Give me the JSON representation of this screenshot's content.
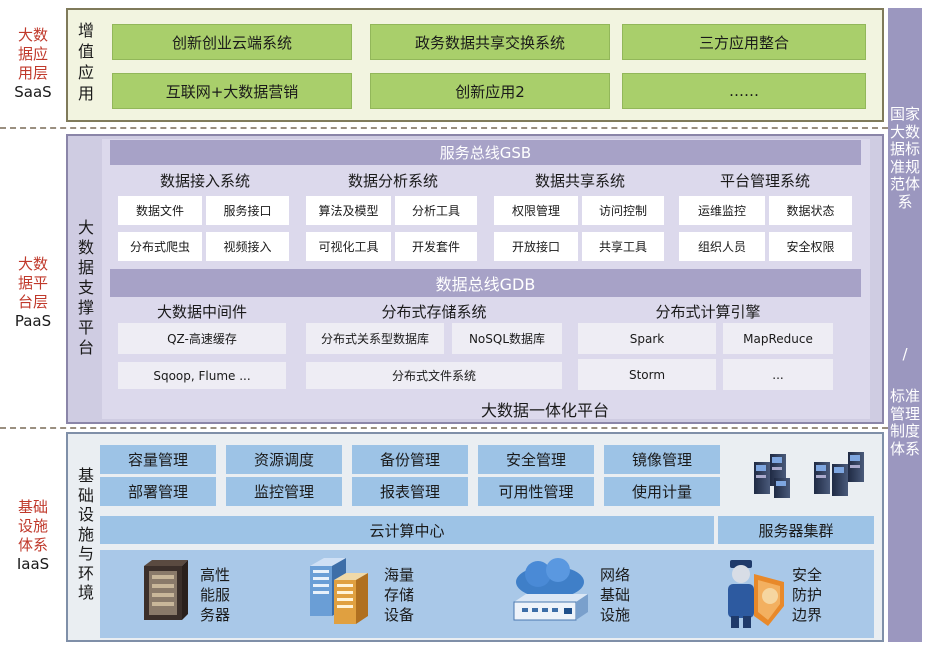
{
  "layers": {
    "saas": {
      "l1": "大数",
      "l2": "据应",
      "l3": "用层",
      "en": "SaaS"
    },
    "paas": {
      "l1": "大数",
      "l2": "据平",
      "l3": "台层",
      "en": "PaaS"
    },
    "iaas": {
      "l1": "基础",
      "l2": "设施",
      "l3": "体系",
      "en": "IaaS"
    }
  },
  "saas": {
    "side_label": "增值应用",
    "apps": [
      "创新创业云端系统",
      "政务数据共享交换系统",
      "三方应用整合",
      "互联网+大数据营销",
      "创新应用2",
      "……"
    ]
  },
  "paas": {
    "side_label": "大数据支撑平台",
    "gsb": "服务总线GSB",
    "groups": [
      {
        "title": "数据接入系统",
        "items": [
          "数据文件",
          "服务接口",
          "分布式爬虫",
          "视频接入"
        ]
      },
      {
        "title": "数据分析系统",
        "items": [
          "算法及模型",
          "分析工具",
          "可视化工具",
          "开发套件"
        ]
      },
      {
        "title": "数据共享系统",
        "items": [
          "权限管理",
          "访问控制",
          "开放接口",
          "共享工具"
        ]
      },
      {
        "title": "平台管理系统",
        "items": [
          "运维监控",
          "数据状态",
          "组织人员",
          "安全权限"
        ]
      }
    ],
    "gdb": "数据总线GDB",
    "middleware": {
      "title": "大数据中间件",
      "items": [
        "QZ-高速缓存",
        "Sqoop, Flume ..."
      ]
    },
    "storage": {
      "title": "分布式存储系统",
      "items": [
        "分布式关系型数据库",
        "NoSQL数据库",
        "分布式文件系统"
      ]
    },
    "compute": {
      "title": "分布式计算引擎",
      "items": [
        "Spark",
        "MapReduce",
        "Storm",
        "..."
      ]
    },
    "platform": "大数据一体化平台"
  },
  "iaas": {
    "side_label": "基础设施与环境",
    "mgmt": [
      "容量管理",
      "资源调度",
      "备份管理",
      "安全管理",
      "镜像管理",
      "部署管理",
      "监控管理",
      "报表管理",
      "可用性管理",
      "使用计量"
    ],
    "cloud_center": "云计算中心",
    "server_cluster": "服务器集群",
    "infra": [
      {
        "icon": "server-rack-icon",
        "l1": "高性",
        "l2": "能服",
        "l3": "务器"
      },
      {
        "icon": "storage-icon",
        "l1": "海量",
        "l2": "存储",
        "l3": "设备"
      },
      {
        "icon": "network-cloud-icon",
        "l1": "网络",
        "l2": "基础",
        "l3": "设施"
      },
      {
        "icon": "security-guard-icon",
        "l1": "安全",
        "l2": "防护",
        "l3": "边界"
      }
    ]
  },
  "side": {
    "top": "国家大数据标准规范体系",
    "slash": "/",
    "bottom": "标准管理制度体系"
  },
  "colors": {
    "green": "#a9cf6b",
    "purple": "#a7a2c7",
    "blue": "#9dc3e6",
    "red_label": "#c0392b"
  }
}
